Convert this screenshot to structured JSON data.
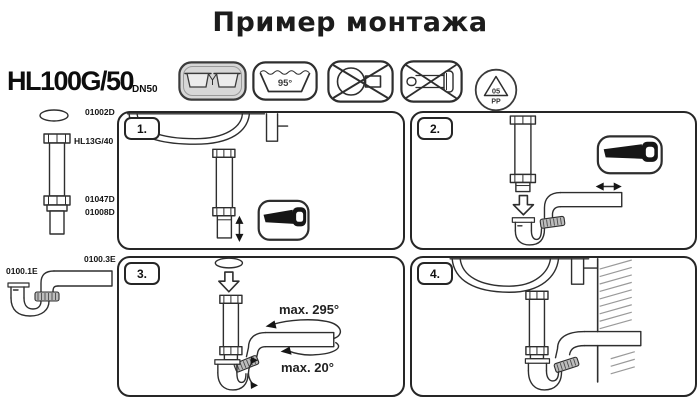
{
  "title": "Пример монтажа",
  "product": {
    "model": "HL100G/50",
    "dn": "DN50"
  },
  "icons": {
    "temp_label": "95°",
    "recycle_number": "05",
    "recycle_material": "PP"
  },
  "parts": {
    "gasket": "01002D",
    "tailpipe": "HL13G/40",
    "nut_upper": "01047D",
    "nut_lower": "01008D",
    "outlet_pipe": "0100.3E",
    "trap_body": "0100.1E"
  },
  "panels": [
    {
      "number": "1."
    },
    {
      "number": "2."
    },
    {
      "number": "3.",
      "rotation_limit": "max. 295°",
      "tilt_limit": "max. 20°"
    },
    {
      "number": "4."
    }
  ],
  "colors": {
    "line": "#2e2e2e",
    "panel_border": "#262626",
    "sink_icon_fill": "#d7d7d7",
    "nut_fill": "#bdbdbd",
    "wall_hatch": "#9a9a9a"
  }
}
